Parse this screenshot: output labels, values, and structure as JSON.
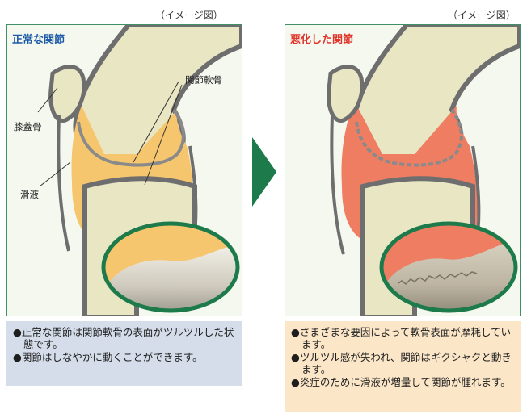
{
  "left": {
    "note": "（イメージ図）",
    "title": "正常な関節",
    "labels": {
      "cartilage": "関節軟骨",
      "patella": "膝蓋骨",
      "fluid": "滑液"
    },
    "bullets": [
      "●正常な関節は関節軟骨の表面がツルツルした状態です。",
      "●関節はしなやかに動くことができます。"
    ]
  },
  "right": {
    "note": "（イメージ図）",
    "title": "悪化した関節",
    "bullets": [
      "●さまざまな要因によって軟骨表面が摩耗しています。",
      "●ツルツル感が失われ、関節はギクシャクと動きます。",
      "●炎症のために滑液が増量して関節が腫れます。"
    ]
  },
  "colors": {
    "panel_border": "#3f8f67",
    "normal_title": "#1e5aa8",
    "worse_title": "#e0342a",
    "synovial_normal": "#f6c66e",
    "synovial_worse": "#ee7d62",
    "bone": "#e9e6c4",
    "arrow": "#1d7a4a",
    "left_box_bg": "#d4dde9",
    "right_box_bg": "#fbe6c8"
  }
}
